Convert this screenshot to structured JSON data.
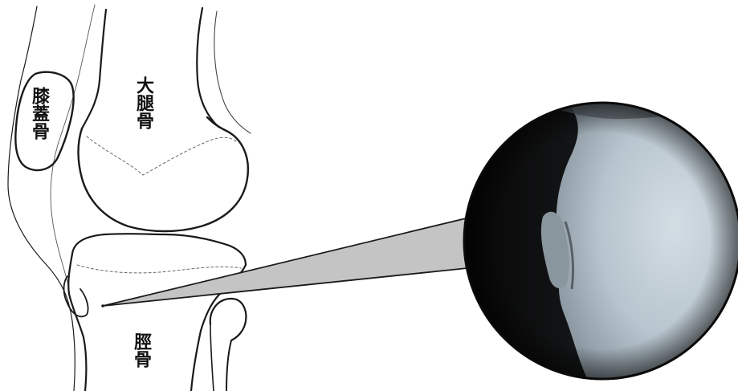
{
  "labels": {
    "patella": "膝蓋骨",
    "femur": "大腿骨",
    "tibia": "脛骨"
  },
  "colors": {
    "line": "#1a1a1a",
    "pointer_fill": "#c4c4c4",
    "xray_dark": "#0c0c0c",
    "xray_bone": "#b9c6cf"
  },
  "magnifier": {
    "content": "x-ray-inset"
  }
}
